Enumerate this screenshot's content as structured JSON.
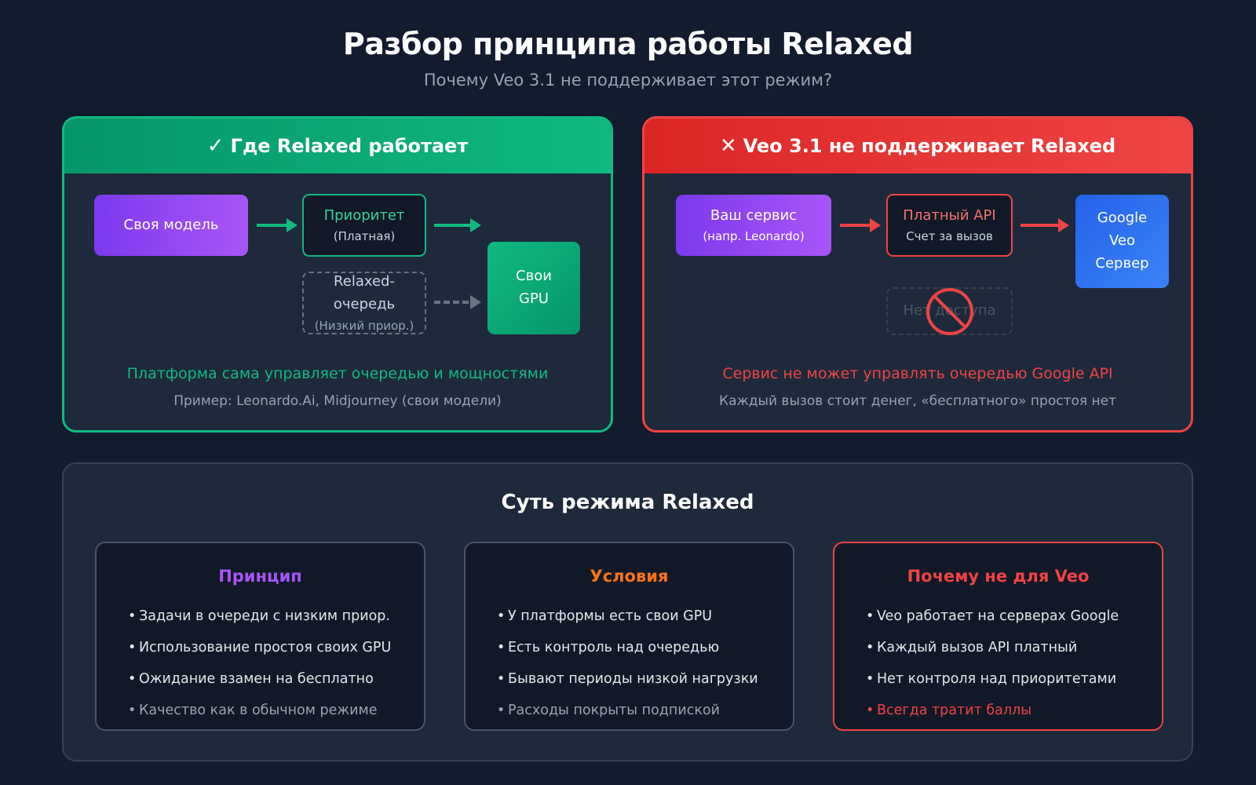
{
  "header": {
    "title": "Разбор принципа работы Relaxed",
    "subtitle": "Почему Veo 3.1 не поддерживает этот режим?"
  },
  "left_panel": {
    "mark": "✓",
    "title": "Где Relaxed работает",
    "own_model": "Своя модель",
    "priority": {
      "line1": "Приоритет",
      "line2": "(Платная)"
    },
    "relaxed_queue": {
      "line1": "Relaxed-очередь",
      "line2": "(Низкий приор.)"
    },
    "gpu": {
      "line1": "Свои",
      "line2": "GPU"
    },
    "note": "Платформа сама управляет очередью и мощностями",
    "example": "Пример: Leonardo.Ai, Midjourney (свои модели)"
  },
  "right_panel": {
    "mark": "✕",
    "title": "Veo 3.1 не поддерживает Relaxed",
    "your_service": {
      "line1": "Ваш сервис",
      "line2": "(напр. Leonardo)"
    },
    "paid_api": {
      "line1": "Платный API",
      "line2": "Счет за вызов"
    },
    "google": {
      "line1": "Google",
      "line2": "Veo",
      "line3": "Сервер"
    },
    "no_access": "Нет доступа",
    "note": "Сервис не может управлять очередью Google API",
    "sub": "Каждый вызов стоит денег, «бесплатного» простоя нет"
  },
  "essence": {
    "title": "Суть режима Relaxed",
    "cards": [
      {
        "title": "Принцип",
        "items": [
          "Задачи в очереди с низким приор.",
          "Использование простоя своих GPU",
          "Ожидание взамен на бесплатно",
          "Качество как в обычном режиме"
        ]
      },
      {
        "title": "Условия",
        "items": [
          "У платформы есть свои GPU",
          "Есть контроль над очередью",
          "Бывают периоды низкой нагрузки",
          "Расходы покрыты подпиской"
        ]
      },
      {
        "title": "Почему не для Veo",
        "items": [
          "Veo работает на серверах Google",
          "Каждый вызов API платный",
          "Нет контроля над приоритетами",
          "Всегда тратит баллы"
        ]
      }
    ]
  },
  "colors": {
    "background": "#131b2e",
    "green": "#10b981",
    "red": "#ef4444",
    "purple": "#a855f7",
    "orange": "#f97316",
    "blue": "#3b82f6"
  }
}
